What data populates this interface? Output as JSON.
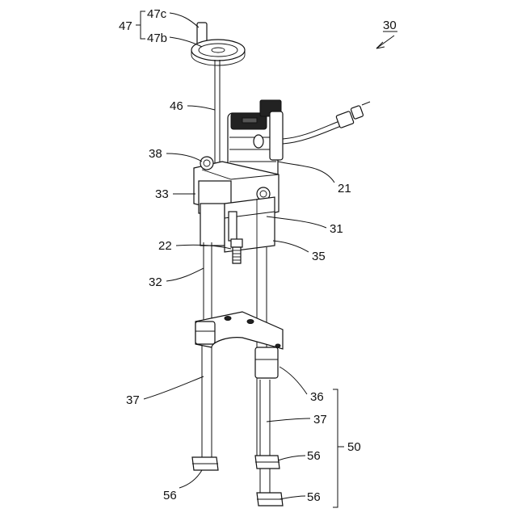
{
  "figure": {
    "ref_main": "30",
    "labels": {
      "l47": "47",
      "l47c": "47c",
      "l47b": "47b",
      "l46": "46",
      "l38": "38",
      "l33": "33",
      "l21": "21",
      "l31": "31",
      "l22": "22",
      "l35": "35",
      "l32": "32",
      "l37a": "37",
      "l36": "36",
      "l37b": "37",
      "l50": "50",
      "l56a": "56",
      "l56b": "56",
      "l56c": "56"
    }
  }
}
